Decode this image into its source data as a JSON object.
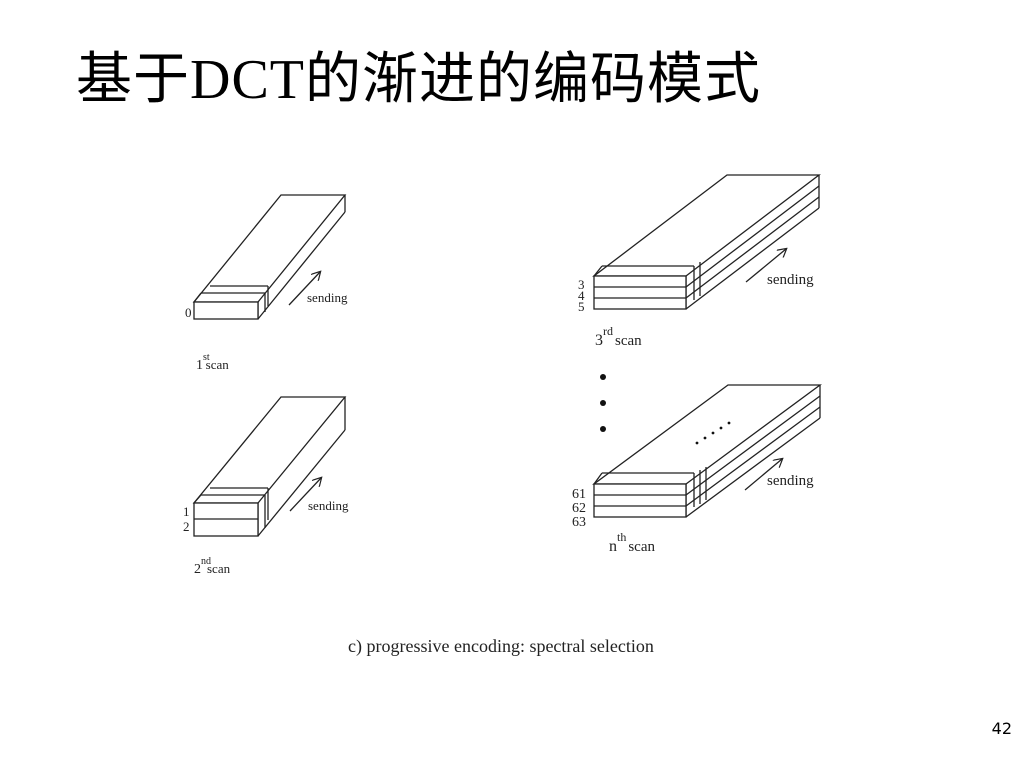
{
  "slide": {
    "title_prefix": "基于",
    "title_latin": "DCT",
    "title_suffix": "的渐进的编码模式",
    "page_number": "42"
  },
  "diagram": {
    "caption": "c) progressive encoding: spectral selection",
    "sending_label": "sending",
    "scan_suffix": "scan",
    "scans": [
      {
        "num": "1",
        "sup": "st",
        "rows": [
          "0"
        ]
      },
      {
        "num": "2",
        "sup": "nd",
        "rows": [
          "1",
          "2"
        ]
      },
      {
        "num": "3",
        "sup": "rd",
        "rows": [
          "3",
          "4",
          "5"
        ]
      },
      {
        "num": "n",
        "sup": "th",
        "rows": [
          "61",
          "62",
          "63"
        ]
      }
    ],
    "ellipsis_dots": 3
  }
}
